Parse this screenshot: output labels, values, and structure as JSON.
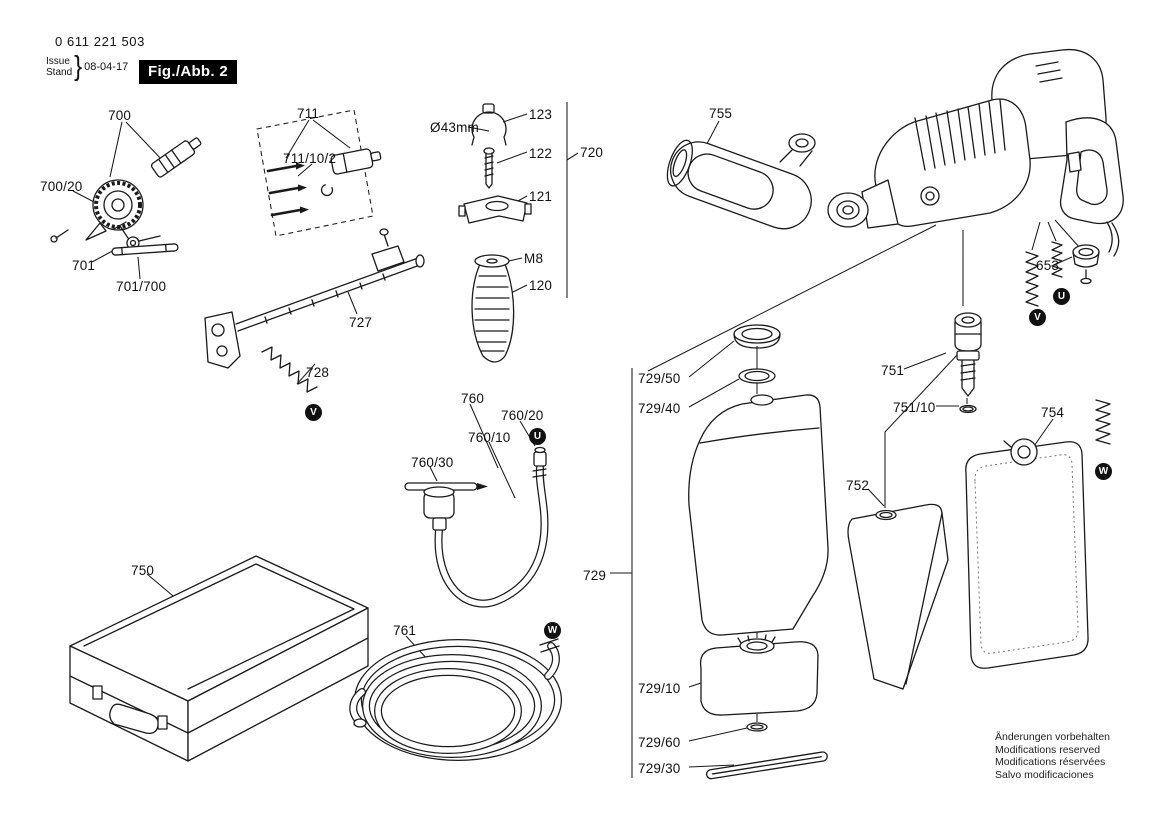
{
  "header": {
    "part_number": "0 611 221 503",
    "issue_label": "Issue",
    "stand_label": "Stand",
    "brace": "}",
    "date": "08-04-17",
    "figure_label": "Fig./Abb. 2"
  },
  "footer": {
    "lines": [
      "Änderungen vorbehalten",
      "Modifications reserved",
      "Modifications réservées",
      "Salvo modificaciones"
    ]
  },
  "labels": {
    "p700": "700",
    "p700_20": "700/20",
    "p701": "701",
    "p701_700": "701/700",
    "p711": "711",
    "p711_10_2": "711/10/2",
    "p727": "727",
    "p728": "728",
    "p123": "123",
    "p122": "122",
    "p121": "121",
    "p120": "120",
    "p720": "720",
    "d43": "Ø43mm",
    "m8": "M8",
    "p755": "755",
    "p653": "653",
    "p751": "751",
    "p751_10": "751/10",
    "p729_50": "729/50",
    "p729_40": "729/40",
    "p729": "729",
    "p729_10": "729/10",
    "p729_60": "729/60",
    "p729_30": "729/30",
    "p752": "752",
    "p754": "754",
    "p750": "750",
    "p760": "760",
    "p760_20": "760/20",
    "p760_10": "760/10",
    "p760_30": "760/30",
    "p761": "761"
  },
  "markers": {
    "v": "V",
    "u": "U",
    "w": "W"
  }
}
